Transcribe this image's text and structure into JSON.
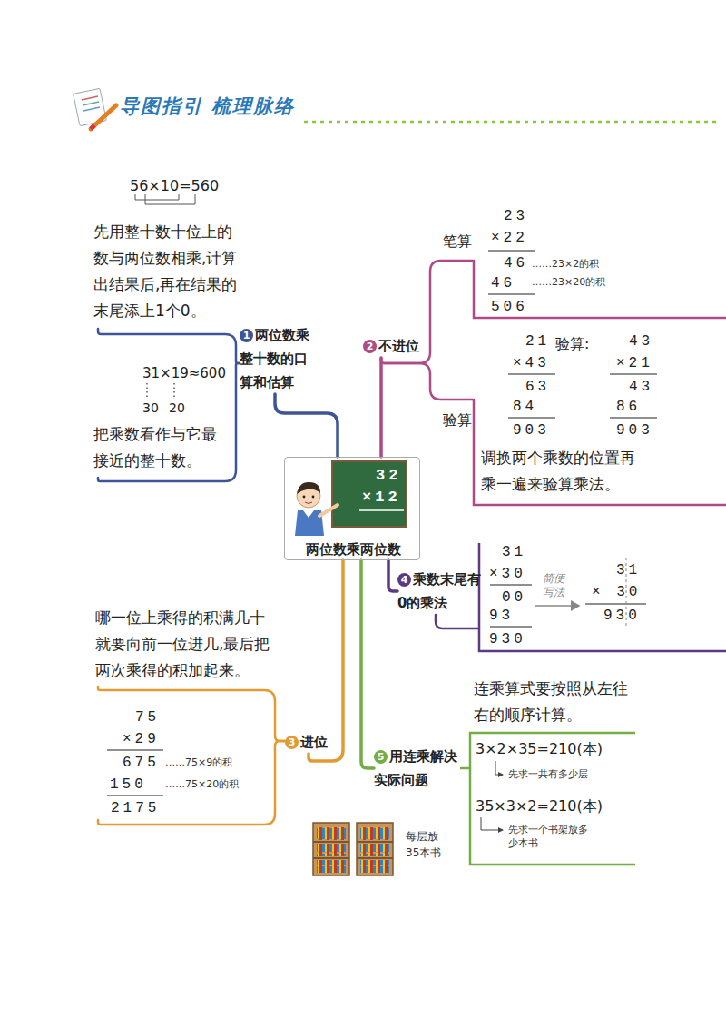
{
  "diagram": {
    "title": "导图指引 梳理脉络",
    "nodes": [
      {
        "text": [
          "32",
          "×12",
          "两位数乘两位数"
        ]
      },
      {
        "text": [
          "1",
          "两位数乘整十数的口算和估算"
        ]
      },
      {
        "text": [
          "56×10=560",
          "先用整十数十位上的数与两位数相乘,计算出结果后,再在结果的末尾添上1个0。"
        ]
      },
      {
        "text": [
          "31×19≈600",
          "30",
          "20",
          "把乘数看作与它最接近的整十数。"
        ]
      },
      {
        "text": [
          "2",
          "不进位"
        ]
      },
      {
        "text": [
          "笔算",
          "23",
          "×22",
          "46",
          "46",
          "506",
          "……23×2的积",
          "……23×20的积"
        ]
      },
      {
        "text": [
          "21",
          "×43",
          "63",
          "84",
          "903",
          "验算:",
          "43",
          "×21",
          "43",
          "86",
          "903",
          "验算",
          "调换两个乘数的位置再乘一遍来验算乘法。"
        ]
      },
      {
        "text": [
          "3",
          "进位"
        ]
      },
      {
        "text": [
          "哪一位上乘得的积满几十就要向前一位进几,最后把两次乘得的积加起来。"
        ]
      },
      {
        "text": [
          "75",
          "×29",
          "675",
          "150",
          "2175",
          "……75×9的积",
          "……75×20的积"
        ]
      },
      {
        "text": [
          "4",
          "乘数末尾有0的乘法"
        ]
      },
      {
        "text": [
          "31",
          "×30",
          "00",
          "93",
          "930",
          "简便写法",
          "31",
          "× 30",
          "930"
        ]
      },
      {
        "text": [
          "5",
          "用连乘解决实际问题"
        ]
      },
      {
        "text": [
          "连乘算式要按照从左往右的顺序计算。",
          "3×2×35=210(本)",
          "先求一共有多少层",
          "35×3×2=210(本)",
          "先求一个书架放多少本书"
        ]
      }
    ],
    "edges": [
      {
        "from": 0,
        "to": 1,
        "arrow": "none"
      },
      {
        "from": 1,
        "to": 2,
        "arrow": "none"
      },
      {
        "from": 1,
        "to": 3,
        "arrow": "none"
      },
      {
        "from": 0,
        "to": 4,
        "arrow": "none"
      },
      {
        "from": 4,
        "to": 5,
        "arrow": "none"
      },
      {
        "from": 4,
        "to": 6,
        "arrow": "none"
      },
      {
        "from": 0,
        "to": 7,
        "arrow": "none"
      },
      {
        "from": 7,
        "to": 8,
        "arrow": "none"
      },
      {
        "from": 7,
        "to": 9,
        "arrow": "none"
      },
      {
        "from": 0,
        "to": 10,
        "arrow": "none"
      },
      {
        "from": 10,
        "to": 11,
        "arrow": "none"
      },
      {
        "from": 0,
        "to": 12,
        "arrow": "none"
      },
      {
        "from": 12,
        "to": 13,
        "arrow": "none"
      }
    ],
    "labels": [
      "每层放35本书"
    ]
  }
}
